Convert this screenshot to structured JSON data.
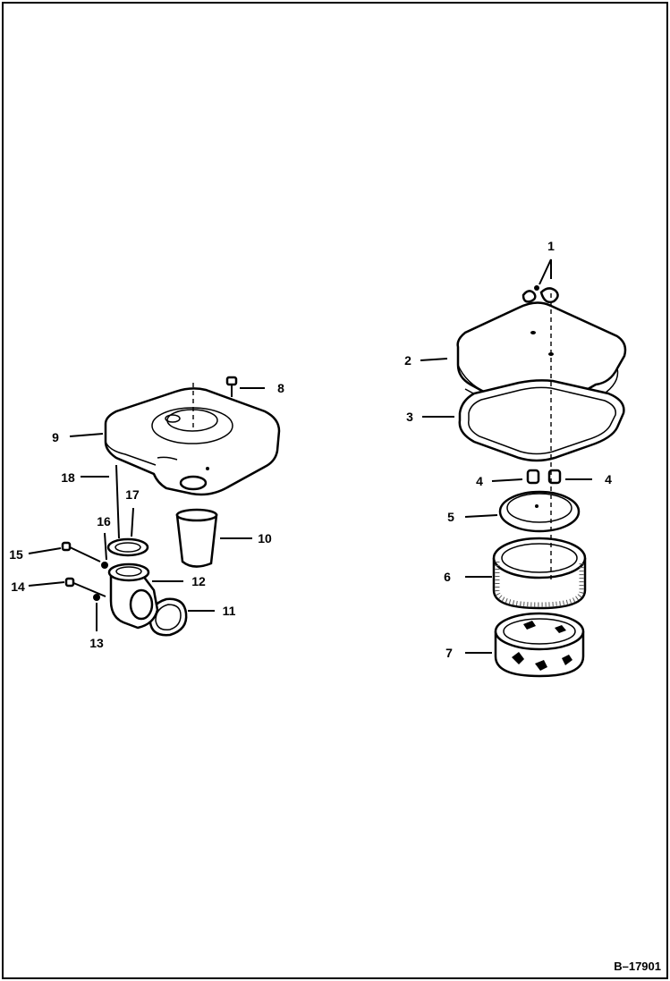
{
  "diagram": {
    "reference_code": "B–17901",
    "callouts": {
      "c1": "1",
      "c2": "2",
      "c3": "3",
      "c4a": "4",
      "c4b": "4",
      "c5": "5",
      "c6": "6",
      "c7": "7",
      "c8": "8",
      "c9": "9",
      "c10": "10",
      "c11": "11",
      "c12": "12",
      "c13": "13",
      "c14": "14",
      "c15": "15",
      "c16": "16",
      "c17": "17",
      "c18": "18"
    }
  }
}
